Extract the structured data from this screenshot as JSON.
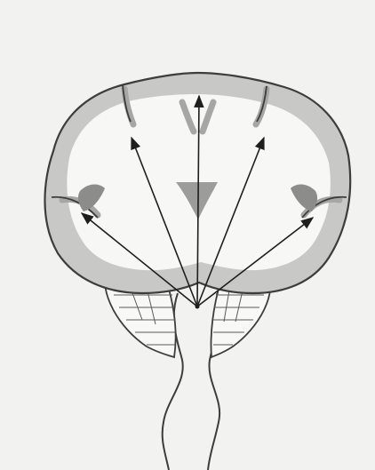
{
  "figure": {
    "colors": {
      "background": "#f2f2f0",
      "cortex": "#c8c8c6",
      "white_matter": "#f7f7f5",
      "outline": "#3d3d3d",
      "nucleus": "#8c8c8a",
      "arrow": "#1e1e1e",
      "stem_fill": "#f8f8f6"
    },
    "arrows": [
      {
        "name": "arrow-to-left-lateral-cortex"
      },
      {
        "name": "arrow-to-left-superior-cortex"
      },
      {
        "name": "arrow-to-top-cortex"
      },
      {
        "name": "arrow-to-right-superior-cortex"
      },
      {
        "name": "arrow-to-right-lateral-cortex"
      }
    ]
  }
}
